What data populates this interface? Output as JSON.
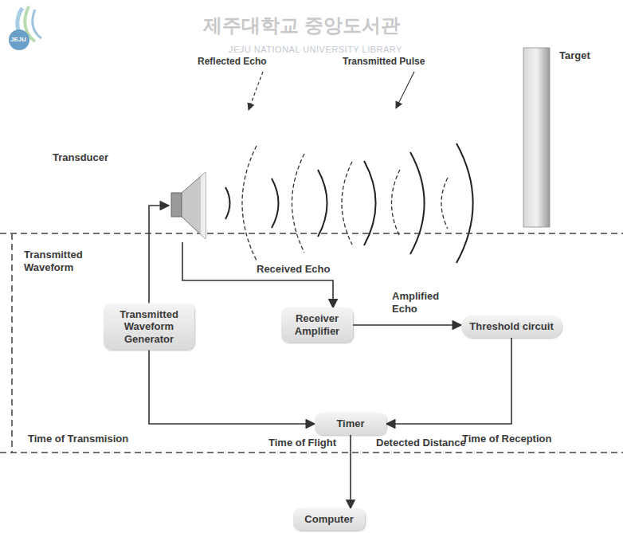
{
  "diagram": {
    "nodes": [
      {
        "text": [
          "Transducer"
        ]
      },
      {
        "text": [
          "Transmitted Waveform Generator"
        ]
      },
      {
        "text": [
          "Receiver Amplifier"
        ]
      },
      {
        "text": [
          "Threshold circuit"
        ]
      },
      {
        "text": [
          "Timer"
        ]
      },
      {
        "text": [
          "Computer"
        ]
      }
    ],
    "edges": [
      {
        "from": 1,
        "to": 0,
        "arrow": "to",
        "label": "Transmitted Waveform"
      },
      {
        "from": 0,
        "to": 2,
        "arrow": "to",
        "label": "Received Echo"
      },
      {
        "from": 2,
        "to": 3,
        "arrow": "to",
        "label": "Amplified Echo"
      },
      {
        "from": 1,
        "to": 4,
        "arrow": "to",
        "label": "Time of Transmision"
      },
      {
        "from": 3,
        "to": 4,
        "arrow": "to",
        "label": "Time of Reception"
      },
      {
        "from": 4,
        "to": 5,
        "arrow": "to",
        "label": "Time of Flight"
      }
    ],
    "labels": [
      "제주대학교 중앙도서관",
      "JEJU NATIONAL UNIVERSITY LIBRARY",
      "JEJU",
      "Reflected Echo",
      "Transmitted Pulse",
      "Target",
      "Detected Distance"
    ]
  }
}
